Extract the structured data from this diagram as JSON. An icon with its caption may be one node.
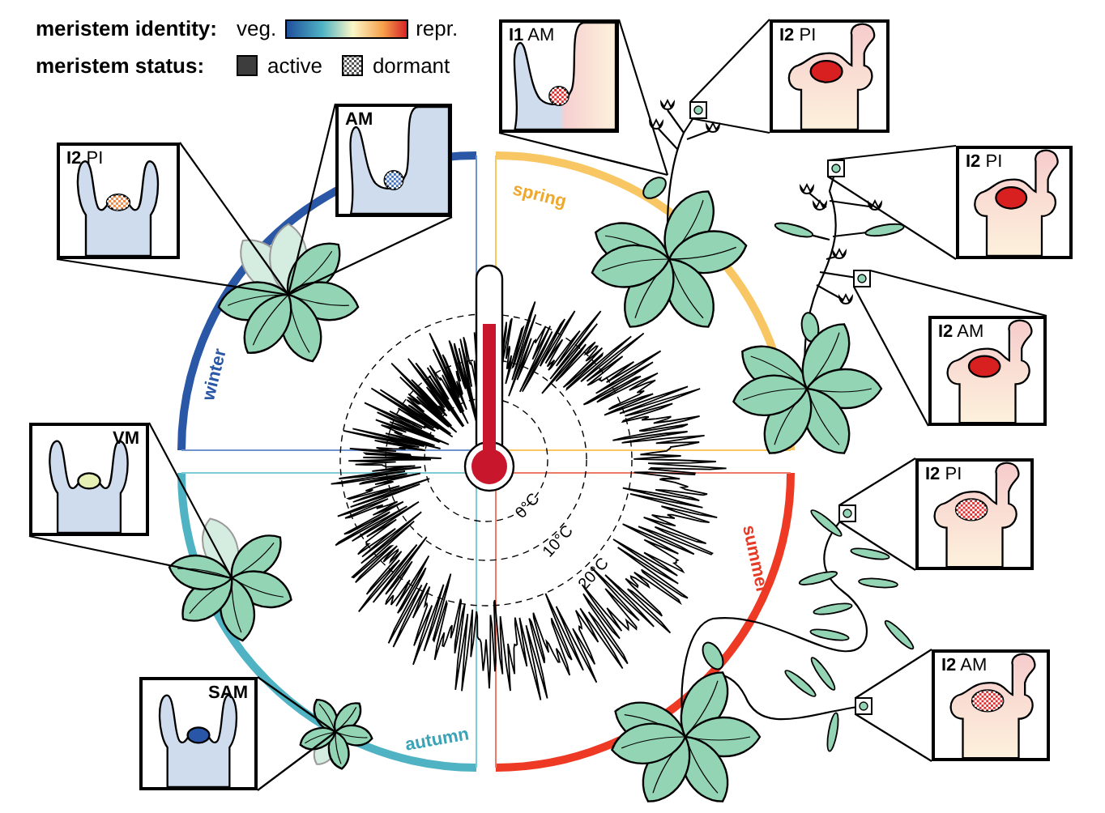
{
  "diagram": {
    "nodes": [
      {
        "text": [
          "**I2** PI"
        ]
      },
      {
        "text": [
          "AM"
        ]
      },
      {
        "text": [
          "**I1** AM"
        ]
      },
      {
        "text": [
          "**I2** PI"
        ]
      },
      {
        "text": [
          "**I2** PI"
        ]
      },
      {
        "text": [
          "**I2** AM"
        ]
      },
      {
        "text": [
          "VM"
        ]
      },
      {
        "text": [
          "**I2** PI"
        ]
      },
      {
        "text": [
          "SAM"
        ]
      },
      {
        "text": [
          "**I2** AM"
        ]
      },
      {
        "text": [],
        "shape": "picture"
      },
      {
        "text": [],
        "shape": "picture"
      },
      {
        "text": [],
        "shape": "picture"
      },
      {
        "text": [],
        "shape": "picture"
      },
      {
        "text": [],
        "shape": "picture"
      },
      {
        "text": [],
        "shape": "picture"
      }
    ],
    "edges": [
      {
        "from": 0,
        "to": 10,
        "arrow": "none"
      },
      {
        "from": 0,
        "to": 10,
        "arrow": "none"
      },
      {
        "from": 1,
        "to": 10,
        "arrow": "none"
      },
      {
        "from": 1,
        "to": 10,
        "arrow": "none"
      },
      {
        "from": 2,
        "to": 11,
        "arrow": "none"
      },
      {
        "from": 2,
        "to": 11,
        "arrow": "none"
      },
      {
        "from": 3,
        "to": 11,
        "arrow": "none"
      },
      {
        "from": 3,
        "to": 11,
        "arrow": "none"
      },
      {
        "from": 4,
        "to": 12,
        "arrow": "none"
      },
      {
        "from": 4,
        "to": 12,
        "arrow": "none"
      },
      {
        "from": 5,
        "to": 12,
        "arrow": "none"
      },
      {
        "from": 5,
        "to": 12,
        "arrow": "none"
      },
      {
        "from": 6,
        "to": 13,
        "arrow": "none"
      },
      {
        "from": 6,
        "to": 13,
        "arrow": "none"
      },
      {
        "from": 7,
        "to": 14,
        "arrow": "none"
      },
      {
        "from": 7,
        "to": 14,
        "arrow": "none"
      },
      {
        "from": 8,
        "to": 15,
        "arrow": "none"
      },
      {
        "from": 8,
        "to": 15,
        "arrow": "none"
      },
      {
        "from": 9,
        "to": 14,
        "arrow": "none"
      },
      {
        "from": 9,
        "to": 14,
        "arrow": "none"
      }
    ],
    "labels": [
      "meristem identity:",
      "veg.",
      "repr.",
      "meristem status:",
      "spring",
      "winter",
      "summer",
      "autumn",
      "0°C",
      "10°C",
      "20°C"
    ],
    "legend": [
      {
        "text": "active",
        "color": "#3d3d3d"
      },
      {
        "text": "dormant"
      }
    ]
  }
}
